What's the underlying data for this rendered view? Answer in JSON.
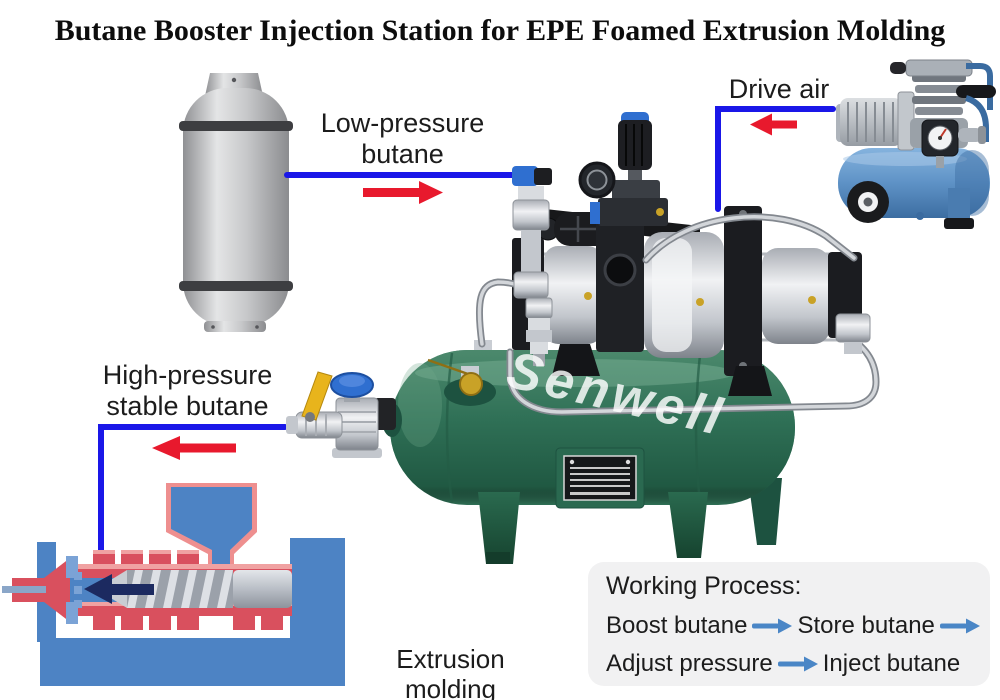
{
  "title": "Butane Booster Injection Station for EPE Foamed Extrusion Molding",
  "annotations": {
    "low_pressure_butane": "Low-pressure butane",
    "drive_air": "Drive air",
    "high_pressure_stable_butane": "High-pressure stable butane",
    "extrusion_molding": "Extrusion molding"
  },
  "watermark": "Senwell",
  "working_process": {
    "heading": "Working Process:",
    "row1": {
      "step1": "Boost butane",
      "step2": "Store butane"
    },
    "row2": {
      "step1": "Adjust pressure",
      "step2": "Inject butane"
    }
  },
  "colors": {
    "flow_blue": "#1a17e8",
    "arrow_red": "#e8192d",
    "proc_blue": "#4a86c6",
    "tank_green": "#2f7056",
    "compressor_blue": "#5e92c6"
  }
}
